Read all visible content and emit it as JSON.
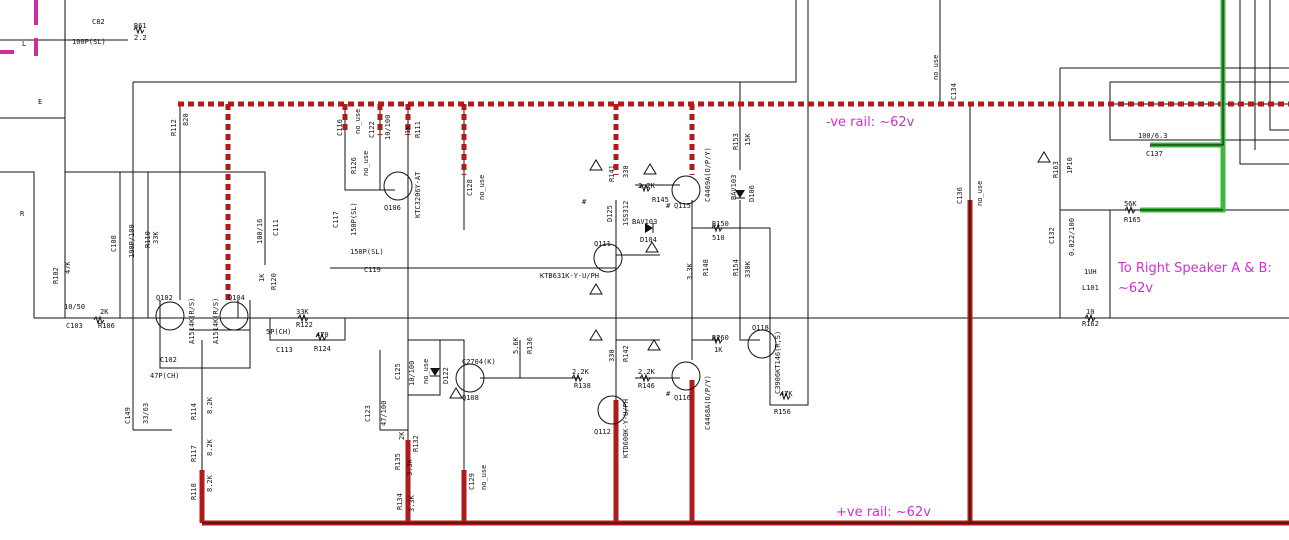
{
  "annotations": {
    "neg_rail": "-ve rail: ~62v",
    "pos_rail": "+ve rail: ~62v",
    "speaker_line1": "To Right Speaker A & B:",
    "speaker_line2": "~62v"
  },
  "colors": {
    "rail": "#b21a1a",
    "annotation": "#d12fd1",
    "speaker_path": "#3cb83c",
    "wire": "#111111"
  },
  "labels": {
    "C82": "C82",
    "C82v": "100P(SL)",
    "R61": "R61",
    "R61v": "2.2",
    "L": "L",
    "R_in": "R",
    "E": "E",
    "R102": "R102",
    "R102v": "47K",
    "C103v": "10/50",
    "C103": "C103",
    "R106": "R106",
    "R106v": "2K",
    "C108": "C108",
    "C108v": "100P/100",
    "R110": "R110",
    "R110v": "33K",
    "Q102": "Q102",
    "Q102t": "A1514K(R/S)",
    "Q104": "Q104",
    "Q104t": "A1514K(R/S)",
    "R112": "R112",
    "R112v": "820",
    "C102": "C102",
    "C102v": "47P(CH)",
    "C149": "C149",
    "C149v": "33/63",
    "R114": "R114",
    "R114v": "8.2K",
    "R117": "R117",
    "R117v": "8.2K",
    "R118": "R118",
    "R118v": "8.2K",
    "C111": "C111",
    "C111v": "100/16",
    "R120": "R120",
    "R120v": "1K",
    "R122": "R122",
    "R122v": "33K",
    "C113": "C113",
    "C113v": "5P(CH)",
    "R124": "R124",
    "R124v": "470",
    "C116": "C116",
    "C116v": "no_use",
    "R126": "R126",
    "R126v": "no_use",
    "C122": "C122",
    "C122v": "10/100",
    "R111": "R111",
    "R111v": "1K",
    "Q106": "Q106",
    "Q106t": "KTC3206Y-AT",
    "C117": "C117",
    "C117v": "150P(SL)",
    "C119": "C119",
    "C119v": "150P(SL)",
    "C128": "C128",
    "C128v": "no_use",
    "C125": "C125",
    "C125v": "10/100",
    "D122": "D122",
    "D122v": "no_use",
    "Q108": "Q108",
    "Q108t": "C2704(K)",
    "C123": "C123",
    "C123v": "47/100",
    "R132": "R132",
    "R132v": "2K",
    "R135": "R135",
    "R135v": "3.3K",
    "R134": "R134",
    "R134v": "3.3K",
    "C129": "C129",
    "C129v": "no_use",
    "R136": "R136",
    "R136v": "5.6K",
    "R138": "R138",
    "R138v": "2.2K",
    "Q111": "Q111",
    "Q111t": "KTB631K-Y-U/PH",
    "Q112": "Q112",
    "Q112t": "KTD600K-Y-U/PH",
    "R141": "R141",
    "R141v": "330",
    "R142": "R142",
    "R142v": "330",
    "D125": "D125",
    "D125v": "1SS312",
    "R145": "R145",
    "R145v": "2.2K",
    "R146": "R146",
    "R146v": "2.2K",
    "Q115": "Q115",
    "Q115t": "C4469A(O/P/Y)",
    "Q116": "Q116",
    "Q116t": "C4468A(O/P/Y)",
    "D104": "D104",
    "D104v": "BAV103",
    "R150": "R150",
    "R150v": "510",
    "R148": "R148",
    "R148v": "3.3K",
    "R153": "R153",
    "R153v": "15K",
    "D106": "D106",
    "D106v": "BAV103",
    "R154": "R154",
    "R154v": "330K",
    "R260": "R260",
    "R260v": "1K",
    "Q118": "Q118",
    "Q118t": "C3906KT146(R,S)",
    "R156": "R156",
    "R156v": "47K",
    "C134": "C134",
    "C134v": "no_use",
    "C136": "C136",
    "C136v": "no_use",
    "C137": "C137",
    "C137v": "100/6.3",
    "R163": "R163",
    "R163v": "1P10",
    "C132": "C132",
    "C132v": "0.022/100",
    "R165": "R165",
    "R165v": "56K",
    "L101": "L101",
    "L101v": "1UH",
    "R162": "R162",
    "R162v": "10",
    "hash": "#"
  }
}
